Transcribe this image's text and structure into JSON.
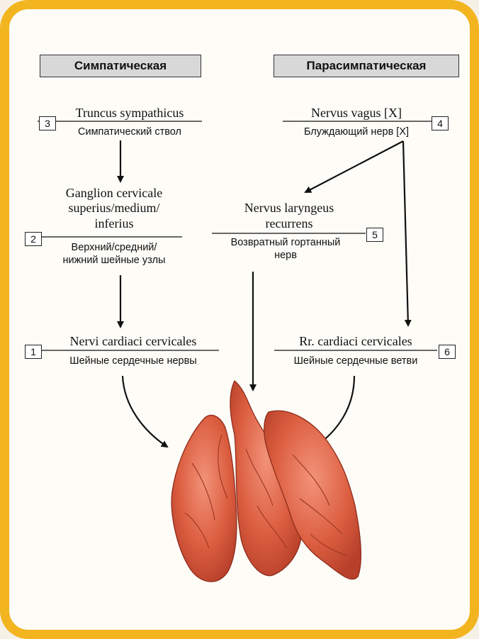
{
  "headers": {
    "sympathetic": "Симпатическая",
    "parasympathetic": "Парасимпатическая"
  },
  "items": {
    "truncus": {
      "number": "3",
      "latin": "Truncus sympathicus",
      "russian": "Симпатический ствол"
    },
    "vagus": {
      "number": "4",
      "latin": "Nervus vagus [X]",
      "russian": "Блуждающий нерв [X]"
    },
    "ganglion": {
      "number": "2",
      "latin_1": "Ganglion cervicale",
      "latin_2": "superius/medium/",
      "latin_3": "inferius",
      "russian_1": "Верхний/средний/",
      "russian_2": "нижний шейные узлы"
    },
    "laryngeus": {
      "number": "5",
      "latin_1": "Nervus laryngeus",
      "latin_2": "recurrens",
      "russian_1": "Возвратный гортанный",
      "russian_2": "нерв"
    },
    "nervi_cardiaci": {
      "number": "1",
      "latin": "Nervi cardiaci cervicales",
      "russian": "Шейные сердечные нервы"
    },
    "rr_cardiaci": {
      "number": "6",
      "latin": "Rr. cardiaci cervicales",
      "russian": "Шейные сердечные ветви"
    }
  },
  "colors": {
    "frame": "#f2b51f",
    "organ": "#d95a3c",
    "header_bg": "#d8d8d8"
  }
}
